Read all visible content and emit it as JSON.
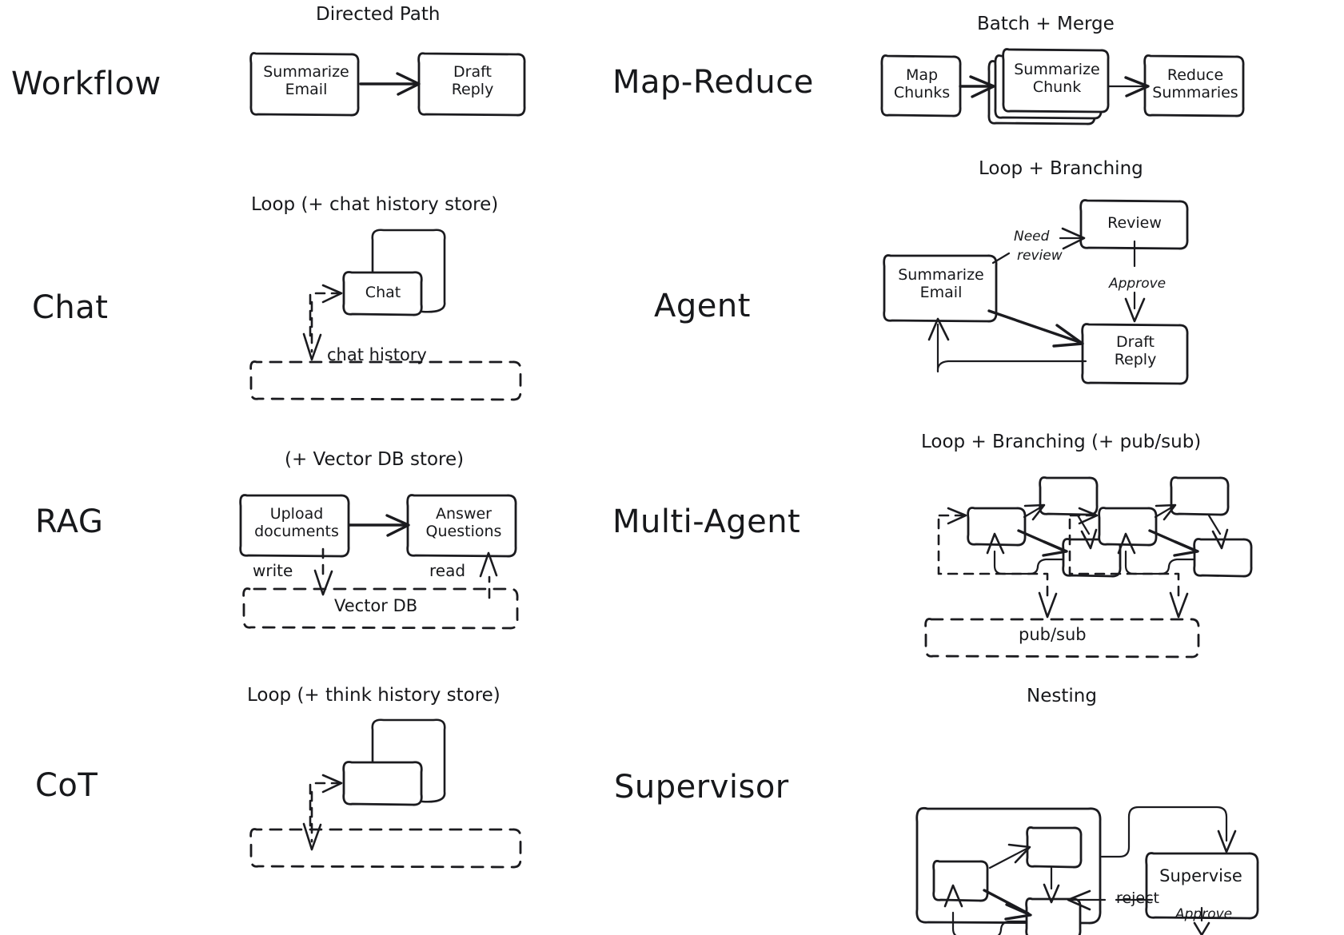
{
  "figure": {
    "title_present": false,
    "background": "#ffffff",
    "ink_color": "#1b1b1f",
    "style": "hand-drawn-sketch",
    "grid": {
      "columns": 2,
      "rows": 4
    }
  },
  "rows": [
    {
      "left": {
        "label": "Workflow",
        "caption": "Directed Path"
      },
      "right": {
        "label": "Map-Reduce",
        "caption": "Batch + Merge"
      }
    },
    {
      "left": {
        "label": "Chat",
        "caption": "Loop (+ chat history store)"
      },
      "right": {
        "label": "Agent",
        "caption": "Loop + Branching"
      }
    },
    {
      "left": {
        "label": "RAG",
        "caption": "(+ Vector DB store)"
      },
      "right": {
        "label": "Multi-Agent",
        "caption": "Loop + Branching (+ pub/sub)"
      }
    },
    {
      "left": {
        "label": "CoT",
        "caption": "Loop (+ think history store)"
      },
      "right": {
        "label": "Supervisor",
        "caption": "Nesting"
      }
    }
  ],
  "panels": {
    "workflow": {
      "caption": "Directed Path",
      "nodes": [
        {
          "id": "summarize_email",
          "label": "Summarize\nEmail"
        },
        {
          "id": "draft_reply",
          "label": "Draft\nReply"
        }
      ],
      "edges": [
        {
          "from": "summarize_email",
          "to": "draft_reply",
          "label": ""
        }
      ]
    },
    "map_reduce": {
      "caption": "Batch + Merge",
      "nodes": [
        {
          "id": "map_chunks",
          "label": "Map\nChunks",
          "stacked": false
        },
        {
          "id": "summarize_chunk",
          "label": "Summarize\nChunk",
          "stacked": true,
          "stack_count": 3
        },
        {
          "id": "reduce_summaries",
          "label": "Reduce\nSummaries",
          "stacked": false
        }
      ],
      "edges": [
        {
          "from": "map_chunks",
          "to": "summarize_chunk",
          "label": ""
        },
        {
          "from": "summarize_chunk",
          "to": "reduce_summaries",
          "label": ""
        }
      ]
    },
    "chat": {
      "caption": "Loop (+ chat history store)",
      "nodes": [
        {
          "id": "chat",
          "label": "Chat"
        }
      ],
      "store": {
        "id": "chat_history",
        "label": "chat history",
        "style": "dashed"
      },
      "edges": [
        {
          "from": "chat",
          "to": "chat",
          "label": "",
          "kind": "self-loop"
        },
        {
          "from": "chat",
          "to": "chat_history",
          "label": "",
          "kind": "dashed"
        },
        {
          "from": "chat_history",
          "to": "chat",
          "label": "",
          "kind": "dashed"
        }
      ]
    },
    "agent": {
      "caption": "Loop + Branching",
      "nodes": [
        {
          "id": "summarize_email",
          "label": "Summarize\nEmail"
        },
        {
          "id": "review",
          "label": "Review"
        },
        {
          "id": "draft_reply",
          "label": "Draft\nReply"
        }
      ],
      "edges": [
        {
          "from": "summarize_email",
          "to": "review",
          "label": "Need\nreview"
        },
        {
          "from": "review",
          "to": "draft_reply",
          "label": "Approve"
        },
        {
          "from": "summarize_email",
          "to": "draft_reply",
          "label": ""
        },
        {
          "from": "draft_reply",
          "to": "summarize_email",
          "label": ""
        }
      ]
    },
    "rag": {
      "caption": "(+ Vector DB store)",
      "nodes": [
        {
          "id": "upload_documents",
          "label": "Upload\ndocuments"
        },
        {
          "id": "answer_questions",
          "label": "Answer\nQuestions"
        }
      ],
      "store": {
        "id": "vector_db",
        "label": "Vector DB",
        "style": "dashed"
      },
      "edges": [
        {
          "from": "upload_documents",
          "to": "answer_questions",
          "label": ""
        },
        {
          "from": "upload_documents",
          "to": "vector_db",
          "label": "write",
          "kind": "dashed"
        },
        {
          "from": "vector_db",
          "to": "answer_questions",
          "label": "read",
          "kind": "dashed"
        }
      ]
    },
    "multi_agent": {
      "caption": "Loop + Branching (+ pub/sub)",
      "groups": [
        {
          "id": "agent_group_1",
          "nodes": [
            {
              "id": "a1",
              "label": ""
            },
            {
              "id": "a2",
              "label": ""
            },
            {
              "id": "a3",
              "label": ""
            }
          ]
        },
        {
          "id": "agent_group_2",
          "nodes": [
            {
              "id": "b1",
              "label": ""
            },
            {
              "id": "b2",
              "label": ""
            },
            {
              "id": "b3",
              "label": ""
            }
          ]
        }
      ],
      "store": {
        "id": "pub_sub",
        "label": "pub/sub",
        "style": "dashed"
      }
    },
    "supervisor": {
      "caption": "Nesting",
      "group": {
        "id": "nested_agent",
        "label": "",
        "nodes": [
          {
            "id": "n1",
            "label": ""
          },
          {
            "id": "n2",
            "label": ""
          },
          {
            "id": "n3",
            "label": ""
          }
        ]
      },
      "nodes": [
        {
          "id": "supervise",
          "label": "Supervise"
        }
      ],
      "edges": [
        {
          "from": "nested_agent",
          "to": "supervise",
          "label": ""
        },
        {
          "from": "supervise",
          "to": "nested_agent",
          "label": "reject"
        },
        {
          "from": "supervise",
          "to": "output",
          "label": "Approve"
        }
      ]
    }
  }
}
